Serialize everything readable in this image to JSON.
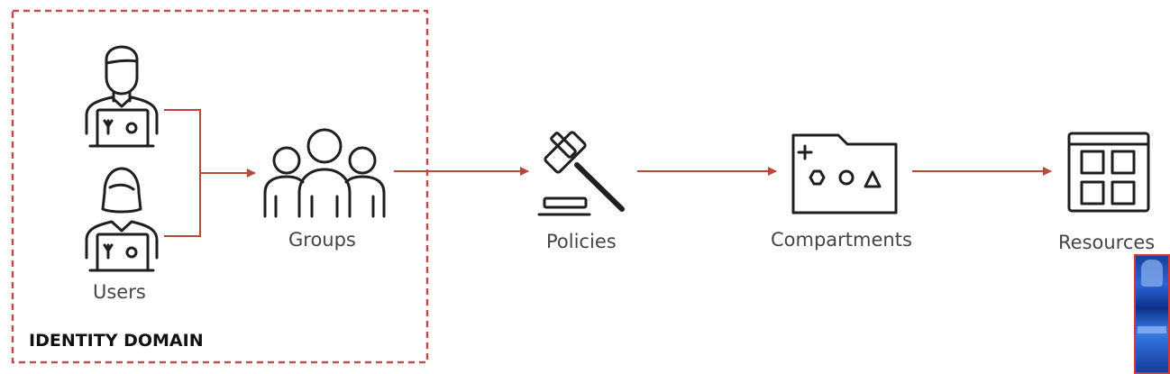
{
  "domain_box": {
    "label": "IDENTITY DOMAIN"
  },
  "nodes": {
    "users": "Users",
    "groups": "Groups",
    "policies": "Policies",
    "compartments": "Compartments",
    "resources": "Resources"
  },
  "colors": {
    "arrow": "#b8473c",
    "domain_border": "#c0504d",
    "icon_stroke": "#1f1f1f",
    "label_text": "#444444"
  },
  "icons": [
    "user-male-icon",
    "user-female-icon",
    "group-icon",
    "gavel-icon",
    "folder-shapes-icon",
    "resource-grid-icon"
  ]
}
